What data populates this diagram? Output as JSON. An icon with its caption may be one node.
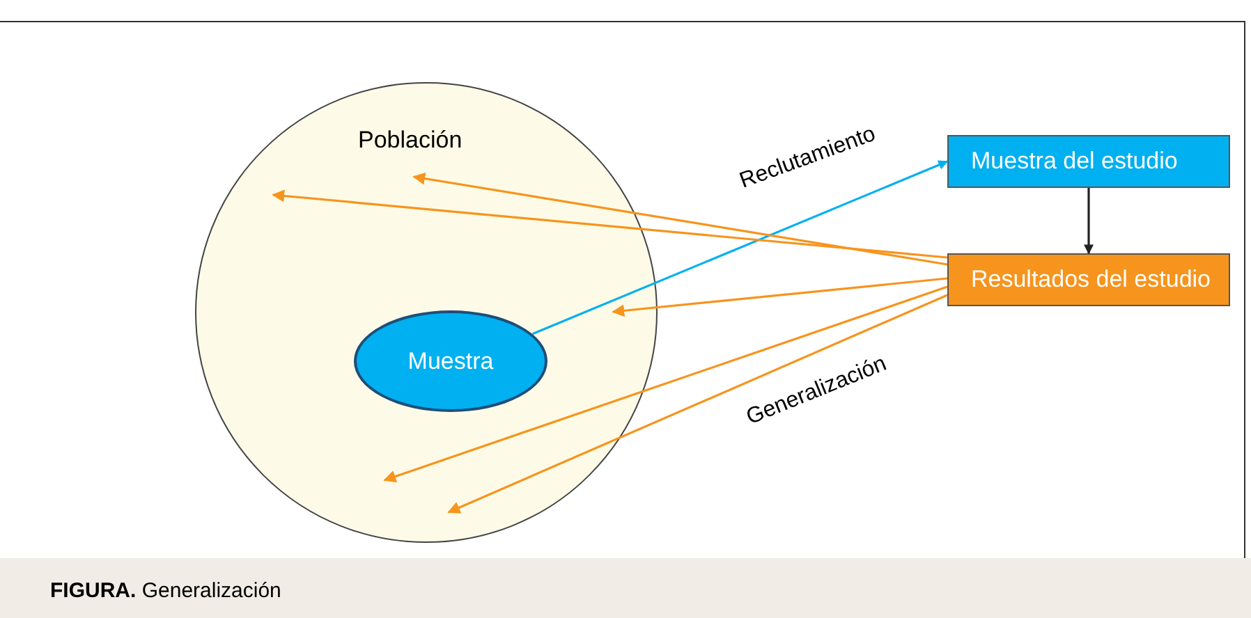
{
  "diagram": {
    "caption": "**FIGURA.** Generalización",
    "nodes": [
      {
        "text": [
          "Población"
        ]
      },
      {
        "text": [
          "Muestra"
        ],
        "in": 0
      },
      {
        "text": [
          "Muestra del estudio"
        ]
      },
      {
        "text": [
          "Resultados del estudio"
        ]
      }
    ],
    "edges": [
      {
        "from": 1,
        "to": 2,
        "arrow": "to",
        "label": "Reclutamiento",
        "color": "#00b0f0"
      },
      {
        "from": 2,
        "to": 3,
        "arrow": "to",
        "color": "#222222"
      },
      {
        "from": 3,
        "to": 0,
        "arrow": "to"
      },
      {
        "from": 3,
        "to": 0,
        "arrow": "to"
      },
      {
        "from": 3,
        "to": 0,
        "arrow": "to"
      },
      {
        "from": 3,
        "to": 0,
        "arrow": "to"
      },
      {
        "from": 3,
        "to": 0,
        "arrow": "to",
        "label": "Generalización"
      }
    ]
  }
}
